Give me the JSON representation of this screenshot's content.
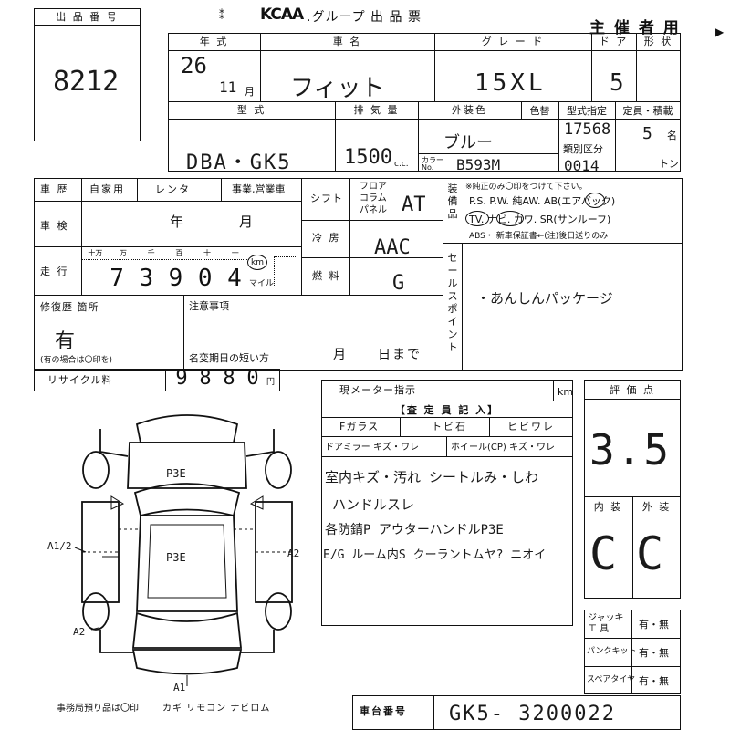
{
  "header": {
    "lot_label": "出 品 番 号",
    "lot_number": "8212",
    "brand_logo": "KCAA",
    "title": ".グループ 出 品 票",
    "organizer": "主 催 者 用"
  },
  "row1": {
    "year_label": "年 式",
    "year_value": "26",
    "month_value": "11",
    "month_unit": "月",
    "name_label": "車 名",
    "name_value": "フィット",
    "grade_label": "グ レ ー ド",
    "grade_value": "15XL",
    "door_label": "ド ア",
    "door_value": "5",
    "shape_label": "形 状"
  },
  "row2": {
    "model_label": "型 式",
    "model_value": "DBA・GK5",
    "disp_label": "排 気 量",
    "disp_value": "1500",
    "disp_unit": "c.c.",
    "color_label": "外装色",
    "color_change_label": "色替",
    "color_value": "ブルー",
    "color_no_label": "カラー No.",
    "color_no_value": "B593M",
    "type_designation_label": "型式指定",
    "type_designation_value": "17568",
    "category_label": "類別区分",
    "category_value": "0014",
    "capacity_label": "定員・積載",
    "capacity_value": "5",
    "capacity_unit": "名",
    "load_unit": "トン"
  },
  "history": {
    "label": "車 歴",
    "opt1": "自家用",
    "opt2": "レンタ",
    "opt3": "事業,営業車",
    "inspection_label": "車 検",
    "year_unit": "年",
    "month_unit": "月",
    "mileage_label": "走 行",
    "digit_labels": [
      "十万",
      "万",
      "千",
      "百",
      "十",
      "一"
    ],
    "mileage_digits": [
      "7",
      "3",
      "9",
      "0",
      "4"
    ],
    "km_label": "km",
    "mile_label": "マイル"
  },
  "equip": {
    "shift_label": "シフト",
    "shift_opts": [
      "フロア",
      "コラム",
      "パネル"
    ],
    "shift_value": "AT",
    "ac_label": "冷 房",
    "ac_value": "AAC",
    "fuel_label": "燃 料",
    "fuel_value": "G",
    "equipment_vertical": "装備品",
    "note_genuine": "※純正のみ〇印をつけて下さい。",
    "line1": "P.S. P.W. 純AW. AB(エアバック)",
    "line2": "TV. ナビ. カワ. SR(サンルーフ)",
    "line3": "ABS・ 新車保証書←(注)後日送りのみ",
    "sales_vertical": "セールスポイント",
    "sales_value": "・あんしんパッケージ"
  },
  "repair": {
    "label": "修復歴 箇所",
    "value": "有",
    "note": "(有の場合は〇印を)",
    "notes_label": "注意事項",
    "rename_label": "名変期日の短い方",
    "month_unit": "月",
    "day_unit": "日まで"
  },
  "recycle": {
    "label": "リサイクル料",
    "digits": [
      "9",
      "8",
      "8",
      "0"
    ],
    "unit": "円"
  },
  "meter": {
    "label": "現メーター指示",
    "unit": "km",
    "inspector_label": "【査 定 員 記 入】",
    "glass_label": "Fガラス",
    "chip_label": "トビ石",
    "crack_label": "ヒビワレ",
    "mirror_label": "ドアミラー キズ・ワレ",
    "wheel_label": "ホイール(CP) キズ・ワレ",
    "comment1": "室内キズ・汚れ シートルみ・しわ",
    "comment2": "ハンドルスレ",
    "comment3": "各防錆P アウターハンドルP3E",
    "comment4": "E/G ルーム内S クーラントムヤ? ニオイ"
  },
  "score": {
    "label": "評 価 点",
    "value": "3.5",
    "interior_label": "内 装",
    "exterior_label": "外 装",
    "interior_value": "C",
    "exterior_value": "C"
  },
  "tools": {
    "jack_label": "ジャッキ 工 具",
    "jack_value": "有・無",
    "puncture_label": "パンクキット",
    "puncture_value": "有・無",
    "spare_label": "スペアタイヤ",
    "spare_value": "有・無"
  },
  "footer": {
    "office_note": "事務局預り品は〇印",
    "items": "カギ リモコン ナビロム",
    "chassis_label": "車台番号",
    "chassis_value": "GK5- 3200022"
  },
  "diagram": {
    "mark_roof": "P3E",
    "mark_side": "P3E",
    "mark_left": "A1/2",
    "mark_right": "A2",
    "mark_rear_left": "A2",
    "mark_bottom": "A1"
  }
}
